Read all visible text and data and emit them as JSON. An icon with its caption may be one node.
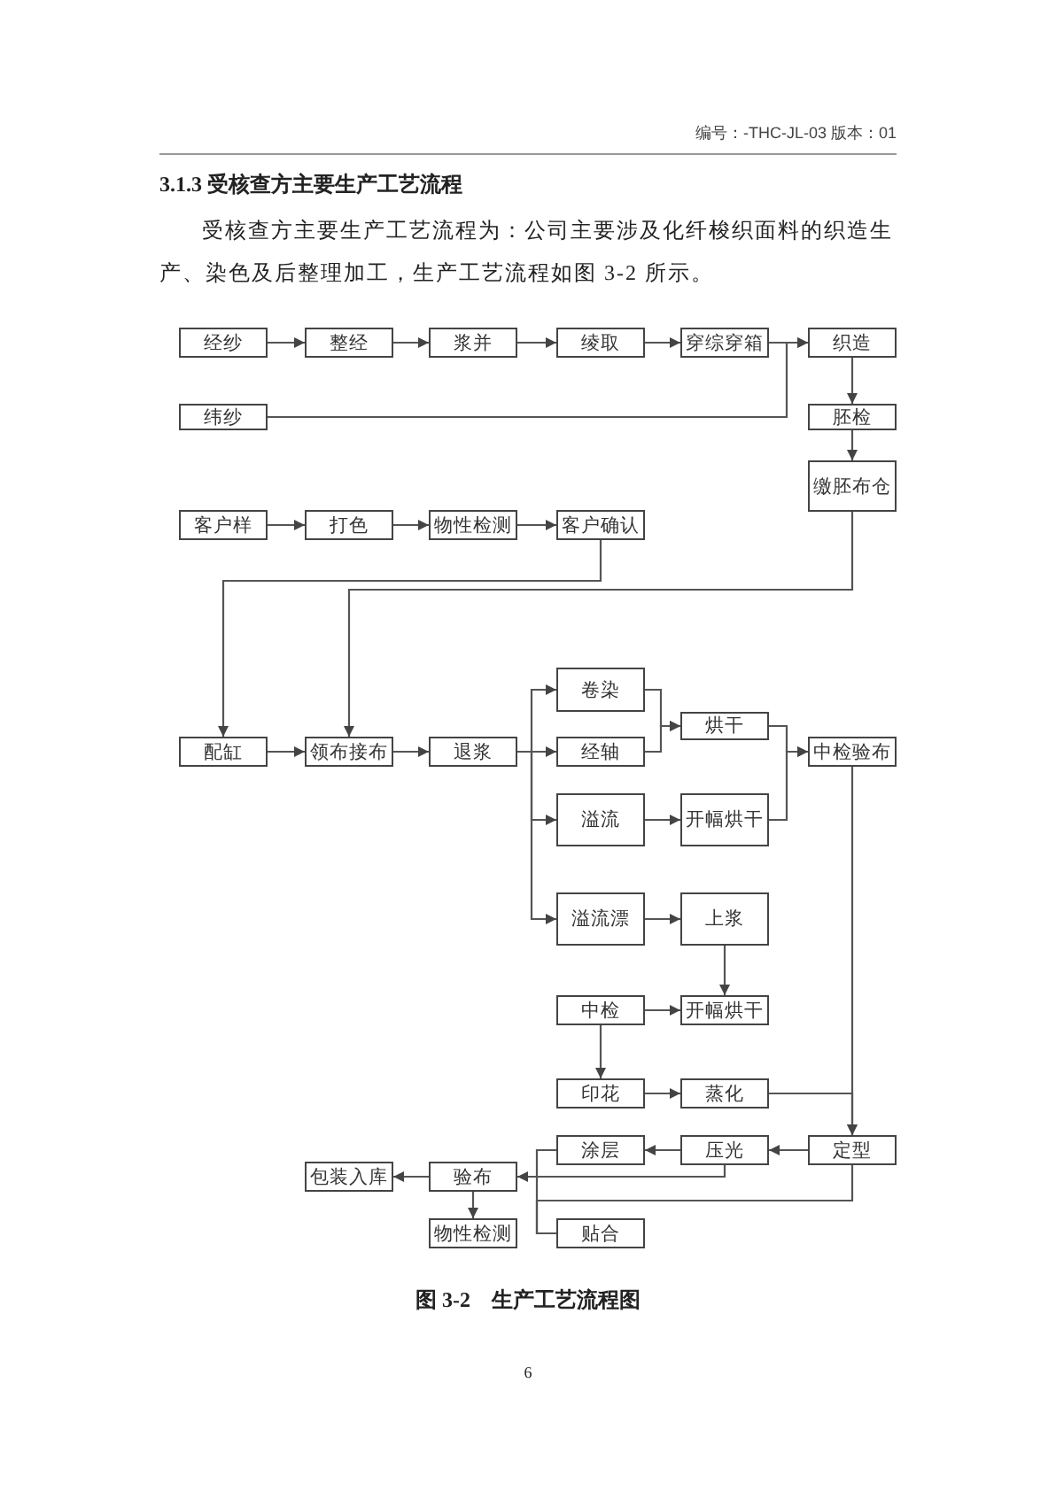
{
  "diagram": {
    "title": "3.1.3 受核查方主要生产工艺流程",
    "caption": "图 3-2　生产工艺流程图",
    "nodes": [
      {
        "text": [
          "经纱"
        ]
      },
      {
        "text": [
          "整经"
        ]
      },
      {
        "text": [
          "浆并"
        ]
      },
      {
        "text": [
          "绫取"
        ]
      },
      {
        "text": [
          "穿综穿箱"
        ]
      },
      {
        "text": [
          "织造"
        ]
      },
      {
        "text": [
          "纬纱"
        ]
      },
      {
        "text": [
          "胚检"
        ]
      },
      {
        "text": [
          "缴胚布仓"
        ]
      },
      {
        "text": [
          "客户样"
        ]
      },
      {
        "text": [
          "打色"
        ]
      },
      {
        "text": [
          "物性检测"
        ]
      },
      {
        "text": [
          "客户确认"
        ]
      },
      {
        "text": [
          "配缸"
        ]
      },
      {
        "text": [
          "领布接布"
        ]
      },
      {
        "text": [
          "退浆"
        ]
      },
      {
        "text": [
          "卷染"
        ]
      },
      {
        "text": [
          "经轴"
        ]
      },
      {
        "text": [
          "烘干"
        ]
      },
      {
        "text": [
          "中检验布"
        ]
      },
      {
        "text": [
          "溢流"
        ]
      },
      {
        "text": [
          "开幅烘干"
        ]
      },
      {
        "text": [
          "溢流漂"
        ]
      },
      {
        "text": [
          "上浆"
        ]
      },
      {
        "text": [
          "中检"
        ]
      },
      {
        "text": [
          "开幅烘干"
        ]
      },
      {
        "text": [
          "印花"
        ]
      },
      {
        "text": [
          "蒸化"
        ]
      },
      {
        "text": [
          "涂层"
        ]
      },
      {
        "text": [
          "压光"
        ]
      },
      {
        "text": [
          "定型"
        ]
      },
      {
        "text": [
          "包装入库"
        ]
      },
      {
        "text": [
          "验布"
        ]
      },
      {
        "text": [
          "物性检测"
        ]
      },
      {
        "text": [
          "贴合"
        ]
      }
    ],
    "edges": [
      {
        "from": 0,
        "to": 1,
        "arrow": "to"
      },
      {
        "from": 1,
        "to": 2,
        "arrow": "to"
      },
      {
        "from": 2,
        "to": 3,
        "arrow": "to"
      },
      {
        "from": 3,
        "to": 4,
        "arrow": "to"
      },
      {
        "from": 4,
        "to": 5,
        "arrow": "to"
      },
      {
        "from": 6,
        "to": 5,
        "arrow": "to"
      },
      {
        "from": 5,
        "to": 7,
        "arrow": "to"
      },
      {
        "from": 7,
        "to": 8,
        "arrow": "to"
      },
      {
        "from": 9,
        "to": 10,
        "arrow": "to"
      },
      {
        "from": 10,
        "to": 11,
        "arrow": "to"
      },
      {
        "from": 11,
        "to": 12,
        "arrow": "to"
      },
      {
        "from": 12,
        "to": 13,
        "arrow": "to"
      },
      {
        "from": 8,
        "to": 14,
        "arrow": "to"
      },
      {
        "from": 13,
        "to": 14,
        "arrow": "to"
      },
      {
        "from": 14,
        "to": 15,
        "arrow": "to"
      },
      {
        "from": 15,
        "to": 16,
        "arrow": "to"
      },
      {
        "from": 15,
        "to": 17,
        "arrow": "to"
      },
      {
        "from": 15,
        "to": 20,
        "arrow": "to"
      },
      {
        "from": 15,
        "to": 22,
        "arrow": "to"
      },
      {
        "from": 16,
        "to": 18,
        "arrow": "to"
      },
      {
        "from": 17,
        "to": 18,
        "arrow": "to"
      },
      {
        "from": 18,
        "to": 19,
        "arrow": "to"
      },
      {
        "from": 20,
        "to": 21,
        "arrow": "to"
      },
      {
        "from": 21,
        "to": 19,
        "arrow": "to"
      },
      {
        "from": 22,
        "to": 23,
        "arrow": "to"
      },
      {
        "from": 23,
        "to": 25,
        "arrow": "to"
      },
      {
        "from": 24,
        "to": 25,
        "arrow": "to"
      },
      {
        "from": 24,
        "to": 26,
        "arrow": "to"
      },
      {
        "from": 26,
        "to": 27,
        "arrow": "to"
      },
      {
        "from": 19,
        "to": 30,
        "arrow": "to"
      },
      {
        "from": 27,
        "to": 30,
        "arrow": "to"
      },
      {
        "from": 30,
        "to": 29,
        "arrow": "to"
      },
      {
        "from": 29,
        "to": 28,
        "arrow": "to"
      },
      {
        "from": 29,
        "to": 32,
        "arrow": "to"
      },
      {
        "from": 28,
        "to": 34,
        "arrow": "none"
      },
      {
        "from": 30,
        "to": 34,
        "arrow": "none"
      },
      {
        "from": 32,
        "to": 31,
        "arrow": "to"
      },
      {
        "from": 32,
        "to": 33,
        "arrow": "to"
      }
    ],
    "labels": [
      "编号：-THC-JL-03 版本：01",
      "受核查方主要生产工艺流程为：公司主要涉及化纤梭织面料的织造生产、染色及后整理加工，生产工艺流程如图 3-2 所示。",
      "6"
    ]
  }
}
